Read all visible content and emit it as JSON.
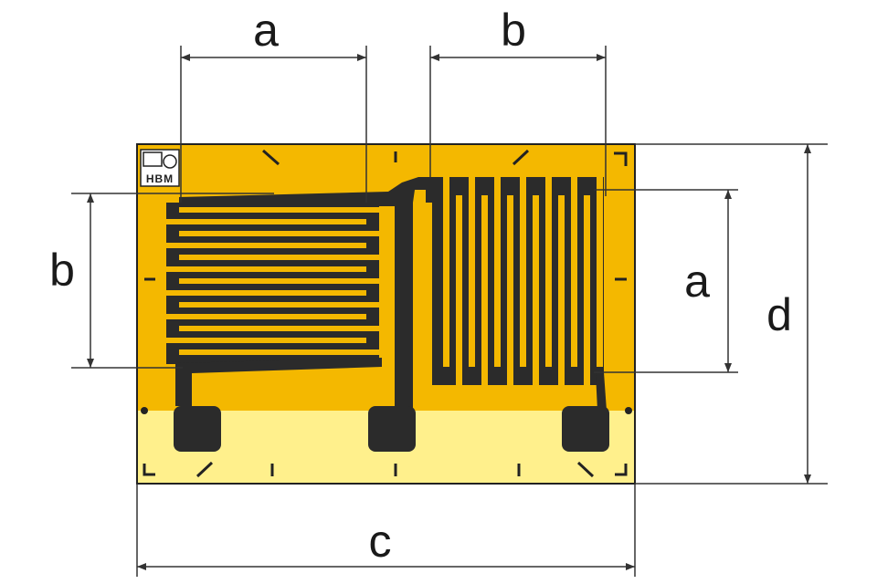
{
  "colors": {
    "carrier": "#F4B800",
    "solder_area": "#FFF08C",
    "grid_metal": "#2B2B2B",
    "dimension_line": "#333333",
    "label": "#1A1A1A"
  },
  "logo": {
    "text": "HBM"
  },
  "dimensions": {
    "grid1_width_label": "a",
    "grid2_width_label": "b",
    "grid1_height_label": "b",
    "grid2_height_label": "a",
    "total_width_label": "c",
    "total_height_label": "d"
  }
}
